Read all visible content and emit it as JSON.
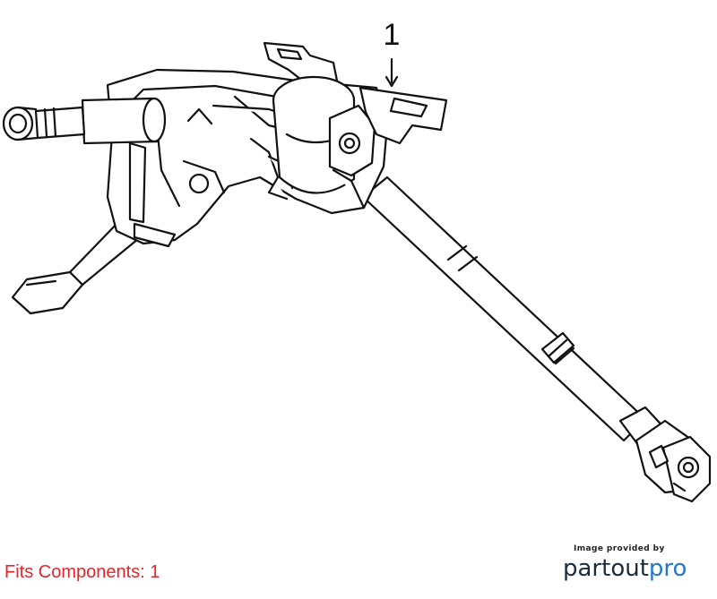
{
  "diagram": {
    "callouts": [
      {
        "label": "1"
      }
    ]
  },
  "footer": {
    "fits_text": "Fits Components: 1",
    "fits_color": "#e8232a",
    "credit_small": "Image provided by",
    "brand_part1": "partout",
    "brand_part2": "pro",
    "brand_color_dark": "#1c2b3a",
    "brand_color_blue": "#2878c8"
  }
}
